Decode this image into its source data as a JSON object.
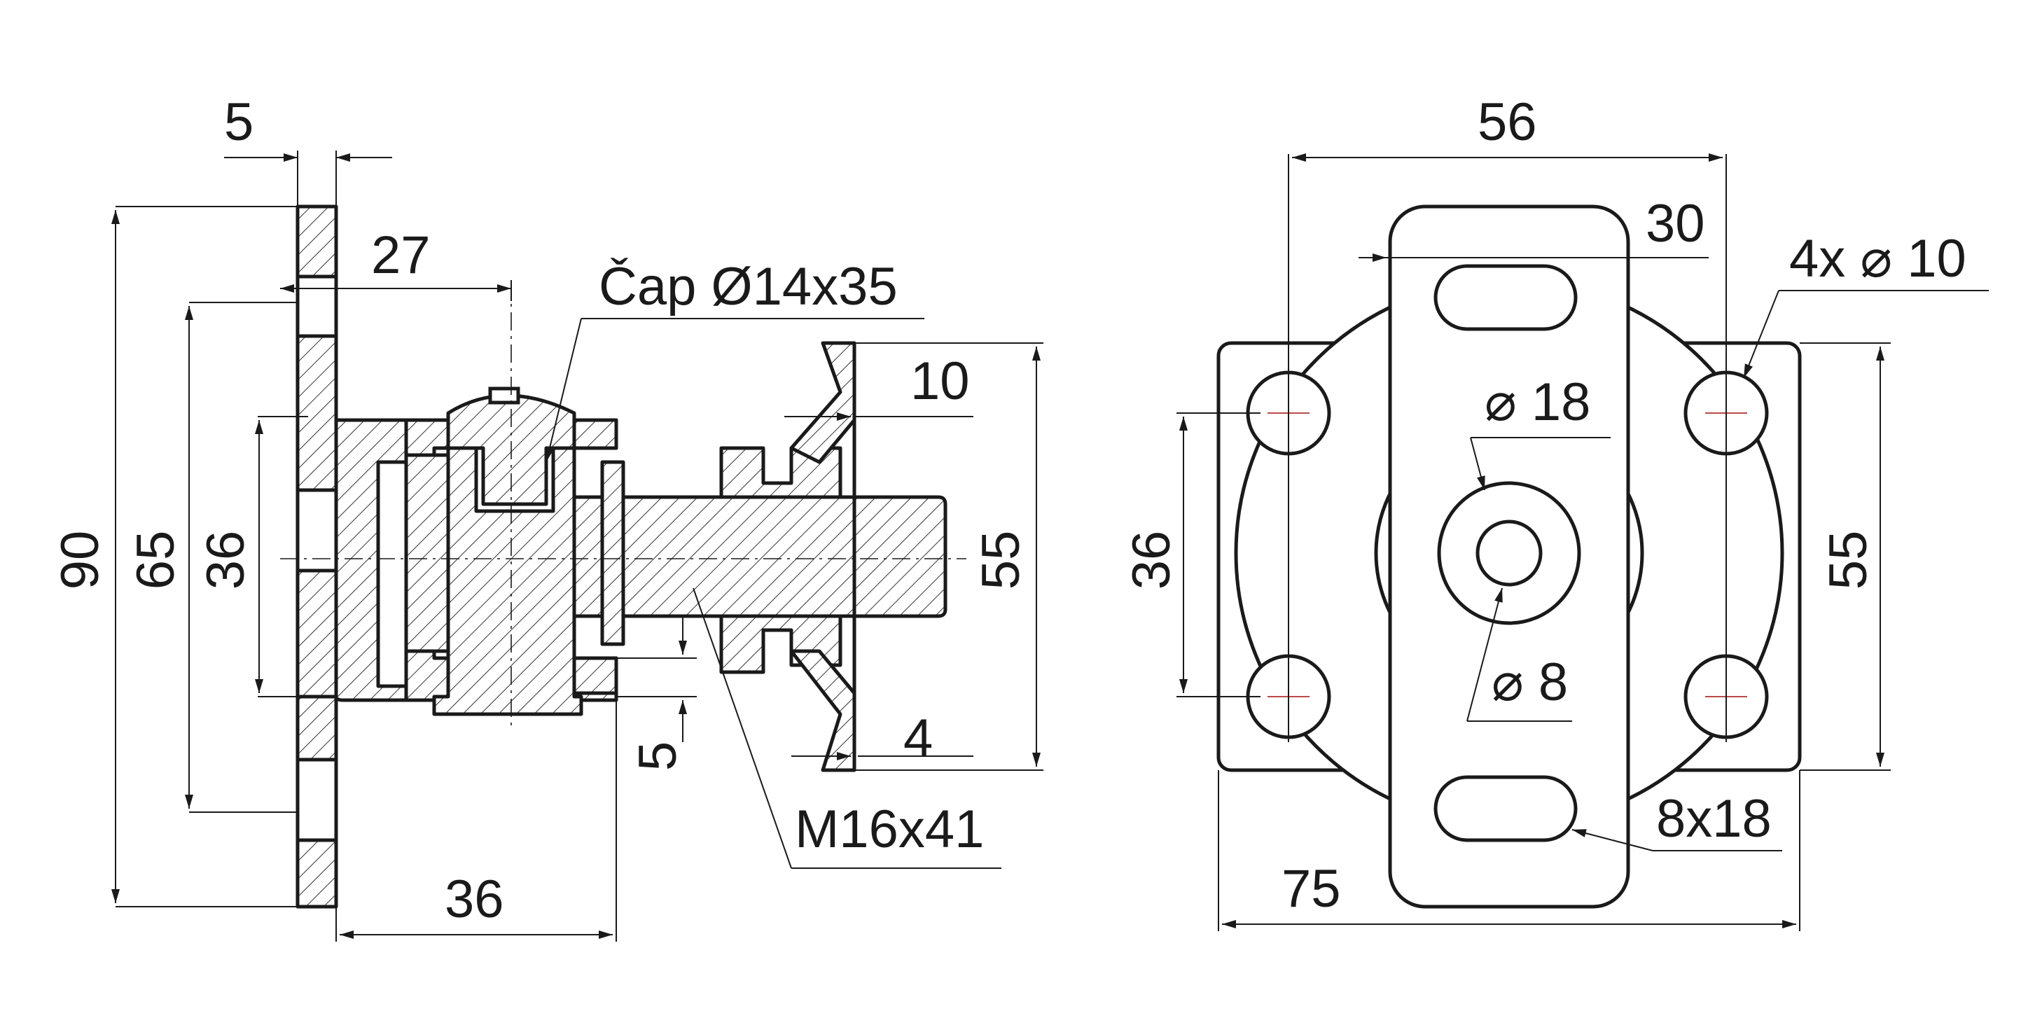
{
  "drawing": {
    "side_view": {
      "dim_plate_thickness": "5",
      "dim_offset": "27",
      "dim_total_height": "90",
      "dim_hole_pitch": "65",
      "dim_inner_height": "36",
      "dim_base_depth": "36",
      "dim_nut_height": "5",
      "dim_washer": "10",
      "dim_plate_height": "55",
      "dim_gap": "4",
      "label_pin": "Čap Ø14x35",
      "label_bolt": "M16x41"
    },
    "front_view": {
      "dim_hole_spacing_x": "56",
      "dim_slot_width": "30",
      "dim_holes": "4x ⌀ 10",
      "dim_bore_outer": "⌀ 18",
      "dim_bore_inner": "⌀ 8",
      "dim_hole_spacing_y": "36",
      "dim_plate_height": "55",
      "dim_slot": "8x18",
      "dim_plate_width": "75"
    }
  }
}
